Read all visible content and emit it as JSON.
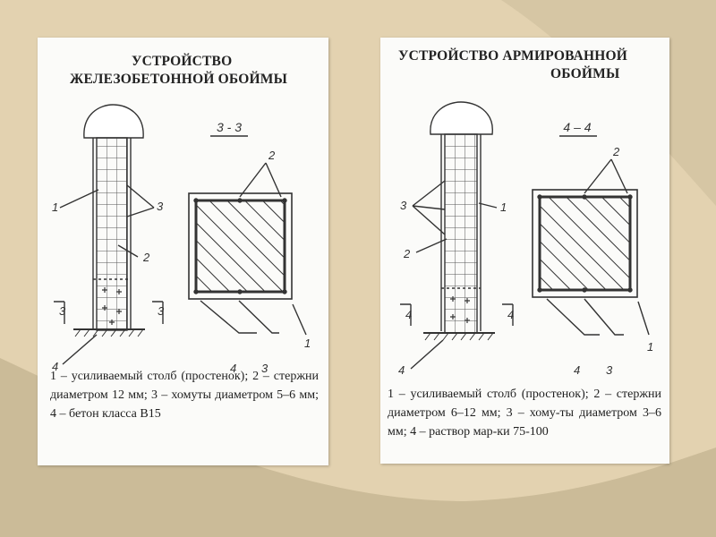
{
  "left": {
    "title_line1": "УСТРОЙСТВО",
    "title_line2": "ЖЕЛЕЗОБЕТОННОЙ ОБОЙМЫ",
    "section_label": "3 - 3",
    "section_mark": "3",
    "labels": {
      "n1": "1",
      "n2": "2",
      "n3": "3",
      "n4": "4"
    },
    "caption": "1 – усиливаемый столб (простенок); 2 – стержни диаметром 12 мм; 3 – хомуты диаметром 5–6 мм; 4 – бетон класса B15"
  },
  "right": {
    "title_line1": "УСТРОЙСТВО АРМИРОВАННОЙ",
    "title_line2": "ОБОЙМЫ",
    "section_label": "4 – 4",
    "section_mark": "4",
    "labels": {
      "n1": "1",
      "n2": "2",
      "n3": "3",
      "n4": "4"
    },
    "caption": "1 – усиливаемый столб (простенок); 2 – стержни диаметром 6–12 мм; 3 – хому-ты диаметром 3–6 мм; 4 – раствор мар-ки 75-100"
  },
  "colors": {
    "background": "#e3d2b0",
    "panel": "#fbfbf9",
    "ink": "#333333"
  }
}
